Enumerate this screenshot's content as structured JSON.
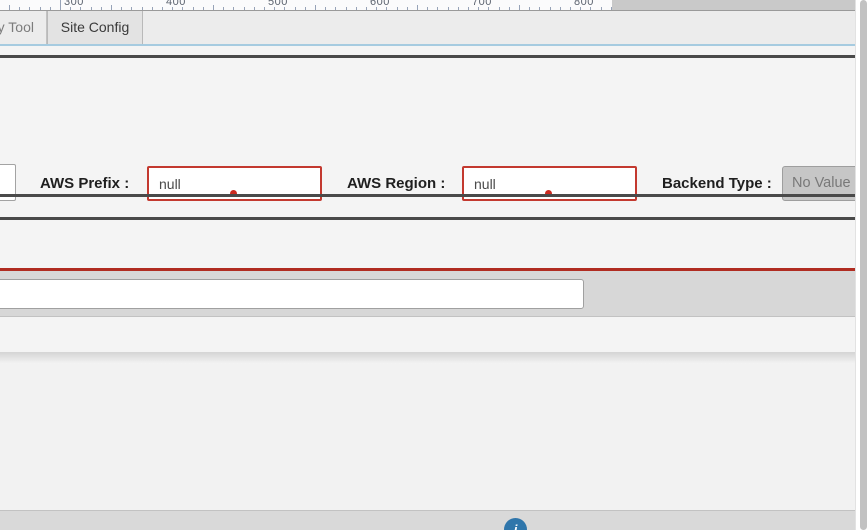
{
  "ruler": {
    "tick_labels": [
      "300",
      "400",
      "500",
      "600",
      "700",
      "800"
    ]
  },
  "tab_bar": {
    "tabs": [
      {
        "label": "y Tool",
        "active": false
      },
      {
        "label": "Site Config",
        "active": true
      }
    ]
  },
  "config_form": {
    "aws_prefix": {
      "label": "AWS Prefix :",
      "value": "null"
    },
    "aws_region": {
      "label": "AWS Region :",
      "value": "null"
    },
    "backend_type": {
      "label": "Backend Type :",
      "value": "No Value"
    }
  },
  "filter_input": {
    "value": ""
  },
  "footer": {
    "info_glyph": "i"
  },
  "colors": {
    "error_border": "#c3392f",
    "error_dot": "#cc2a1f",
    "separator_dark": "#4a4a4a",
    "separator_red": "#b02c21",
    "tab_highlight_blue": "#a6cbe0",
    "info_button_blue": "#2f76ab"
  }
}
